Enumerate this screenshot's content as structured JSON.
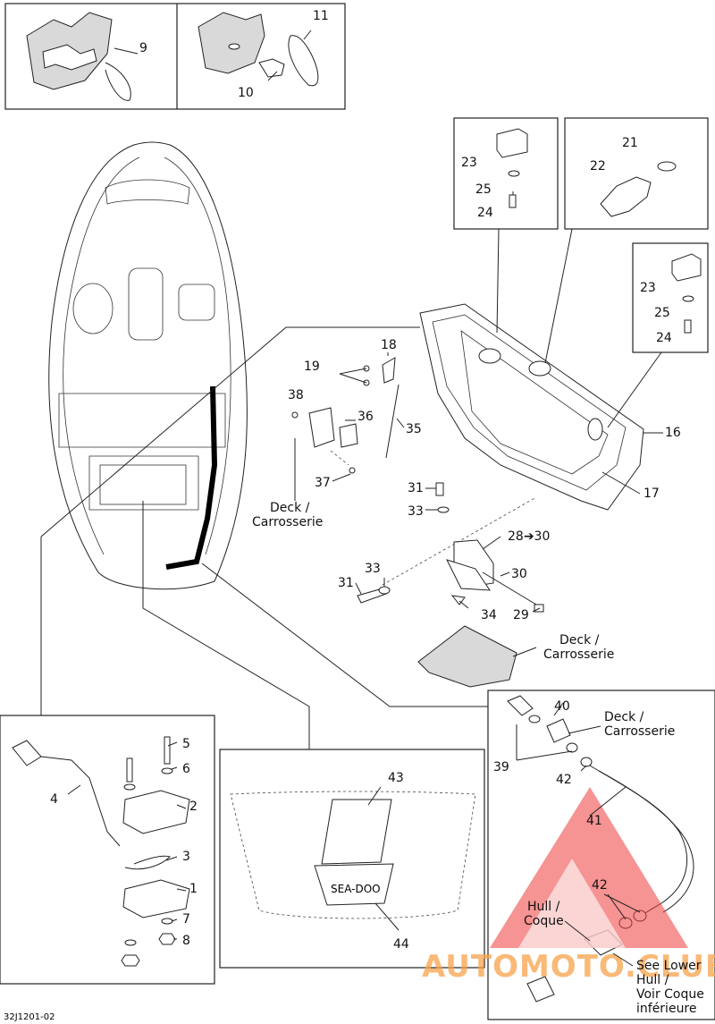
{
  "diagram": {
    "doc_code": "32J1201-02",
    "watermark": "AUTOMOTO.CLUB",
    "callouts": [
      "1",
      "2",
      "3",
      "4",
      "5",
      "6",
      "7",
      "8",
      "9",
      "10",
      "11",
      "16",
      "17",
      "18",
      "19",
      "21",
      "22",
      "23",
      "24",
      "25",
      "29",
      "31",
      "33",
      "34",
      "35",
      "36",
      "37",
      "38",
      "39",
      "40",
      "41",
      "42",
      "43",
      "44"
    ],
    "labels": {
      "c1": "1",
      "c2": "2",
      "c3": "3",
      "c4": "4",
      "c5": "5",
      "c6": "6",
      "c7": "7",
      "c8": "8",
      "c9": "9",
      "c10": "10",
      "c11": "11",
      "c16": "16",
      "c17": "17",
      "c18": "18",
      "c19": "19",
      "c21": "21",
      "c22": "22",
      "c23a": "23",
      "c24a": "24",
      "c25a": "25",
      "c23b": "23",
      "c24b": "24",
      "c25b": "25",
      "c28": "28➔30",
      "c29": "29",
      "c30": "30",
      "c31a": "31",
      "c31b": "31",
      "c33a": "33",
      "c33b": "33",
      "c34": "34",
      "c35": "35",
      "c36": "36",
      "c37": "37",
      "c38": "38",
      "c39": "39",
      "c40": "40",
      "c41": "41",
      "c42a": "42",
      "c42b": "42",
      "c43": "43",
      "c44": "44"
    },
    "text": {
      "deck1_line1": "Deck /",
      "deck1_line2": "Carrosserie",
      "deck2_line1": "Deck /",
      "deck2_line2": "Carrosserie",
      "deck3_line1": "Deck /",
      "deck3_line2": "Carrosserie",
      "hull_line1": "Hull /",
      "hull_line2": "Coque",
      "lower_line1": "See Lower",
      "lower_line2": "Hull /",
      "lower_line3": "Voir Coque",
      "lower_line4": "inférieure",
      "brand": "SEA-DOO"
    }
  }
}
